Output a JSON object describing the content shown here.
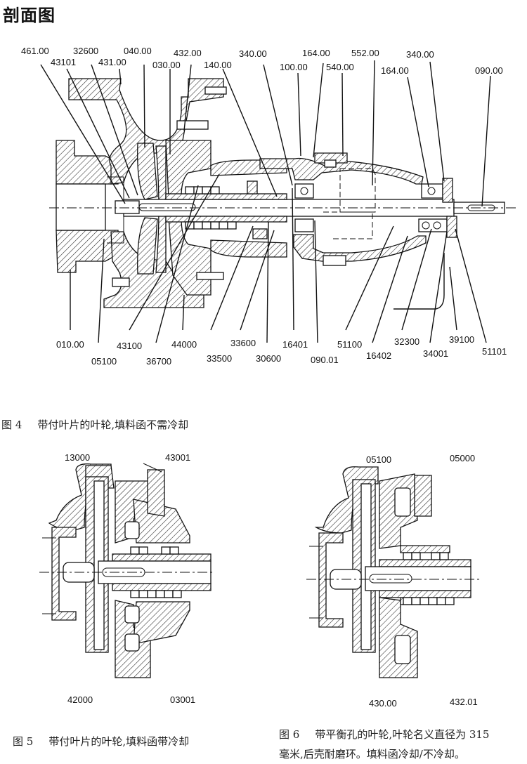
{
  "page": {
    "title": "剖面图"
  },
  "figure4": {
    "number": "图 4",
    "caption": "带付叶片的叶轮,填料函不需冷却",
    "top_labels": [
      "461.00",
      "43101",
      "32600",
      "431.00",
      "040.00",
      "030.00",
      "432.00",
      "140.00",
      "340.00",
      "100.00",
      "164.00",
      "540.00",
      "552.00",
      "164.00",
      "340.00",
      "090.00"
    ],
    "bottom_labels": [
      "010.00",
      "05100",
      "43100",
      "36700",
      "44000",
      "33500",
      "33600",
      "30600",
      "16401",
      "090.01",
      "51100",
      "16402",
      "32300",
      "34001",
      "39100",
      "51101"
    ]
  },
  "figure5": {
    "number": "图 5",
    "caption": "带付叶片的叶轮,填料函带冷却",
    "top_labels": [
      "13000",
      "43001"
    ],
    "bottom_labels": [
      "42000",
      "03001"
    ]
  },
  "figure6": {
    "number": "图 6",
    "caption_line1": "带平衡孔的叶轮,叶轮名义直径为 315",
    "caption_line2": "毫米,后壳耐磨环。填料函冷却/不冷却。",
    "top_labels": [
      "05100",
      "05000"
    ],
    "bottom_labels": [
      "430.00",
      "432.01"
    ]
  }
}
